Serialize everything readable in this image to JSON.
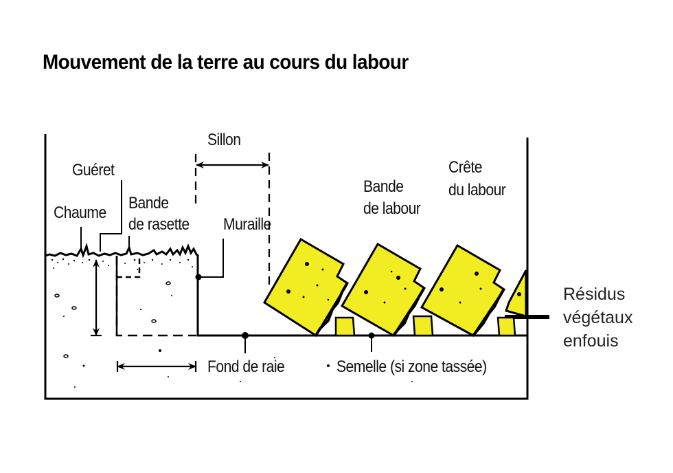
{
  "title": "Mouvement de la terre au cours du labour",
  "labels": {
    "sillon": "Sillon",
    "gueret": "Guéret",
    "chaume": "Chaume",
    "bande_rasette_1": "Bande",
    "bande_rasette_2": "de rasette",
    "muraille": "Muraille",
    "bande_labour_1": "Bande",
    "bande_labour_2": "de labour",
    "crete_1": "Crête",
    "crete_2": "du labour",
    "fond_de_raie": "Fond de raie",
    "semelle": "Semelle (si zone tassée)",
    "residus_1": "Résidus",
    "residus_2": "végétaux",
    "residus_3": "enfouis"
  },
  "colors": {
    "soil_slice": "#f2ec22",
    "line": "#000000",
    "background": "#ffffff"
  }
}
